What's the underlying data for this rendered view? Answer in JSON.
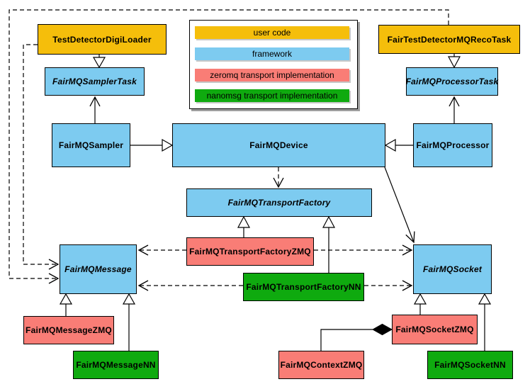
{
  "colors": {
    "user_code": "#F5BE0B",
    "framework": "#7DCBF0",
    "zeromq": "#F97D76",
    "nanomsg": "#0FAA0F"
  },
  "legend": {
    "items": [
      {
        "label": "user code",
        "color": "#F5BE0B"
      },
      {
        "label": "framework",
        "color": "#7DCBF0"
      },
      {
        "label": "zeromq transport implementation",
        "color": "#F97D76"
      },
      {
        "label": "nanomsg transport implementation",
        "color": "#0FAA0F"
      }
    ]
  },
  "nodes": {
    "testDetectorDigiLoader": {
      "label": "TestDetectorDigiLoader"
    },
    "fairTestDetectorMQRecoTask": {
      "label": "FairTestDetectorMQRecoTask"
    },
    "fairMQSamplerTask": {
      "label": "FairMQSamplerTask"
    },
    "fairMQProcessorTask": {
      "label": "FairMQProcessorTask"
    },
    "fairMQSampler": {
      "label": "FairMQSampler"
    },
    "fairMQDevice": {
      "label": "FairMQDevice"
    },
    "fairMQProcessor": {
      "label": "FairMQProcessor"
    },
    "fairMQTransportFactory": {
      "label": "FairMQTransportFactory"
    },
    "fairMQTransportFactoryZMQ": {
      "label": "FairMQTransportFactoryZMQ"
    },
    "fairMQTransportFactoryNN": {
      "label": "FairMQTransportFactoryNN"
    },
    "fairMQMessage": {
      "label": "FairMQMessage"
    },
    "fairMQSocket": {
      "label": "FairMQSocket"
    },
    "fairMQMessageZMQ": {
      "label": "FairMQMessageZMQ"
    },
    "fairMQMessageNN": {
      "label": "FairMQMessageNN"
    },
    "fairMQSocketZMQ": {
      "label": "FairMQSocketZMQ"
    },
    "fairMQContextZMQ": {
      "label": "FairMQContextZMQ"
    },
    "fairMQSocketNN": {
      "label": "FairMQSocketNN"
    }
  },
  "edges": [
    {
      "from": "TestDetectorDigiLoader",
      "to": "FairMQSamplerTask",
      "type": "inheritance"
    },
    {
      "from": "FairTestDetectorMQRecoTask",
      "to": "FairMQProcessorTask",
      "type": "inheritance"
    },
    {
      "from": "FairMQSampler",
      "to": "FairMQSamplerTask",
      "type": "association"
    },
    {
      "from": "FairMQProcessor",
      "to": "FairMQProcessorTask",
      "type": "association"
    },
    {
      "from": "FairMQSampler",
      "to": "FairMQDevice",
      "type": "inheritance"
    },
    {
      "from": "FairMQProcessor",
      "to": "FairMQDevice",
      "type": "inheritance"
    },
    {
      "from": "FairMQDevice",
      "to": "FairMQTransportFactory",
      "type": "dependency"
    },
    {
      "from": "FairMQDevice",
      "to": "FairMQSocket",
      "type": "association"
    },
    {
      "from": "FairMQTransportFactoryZMQ",
      "to": "FairMQTransportFactory",
      "type": "inheritance"
    },
    {
      "from": "FairMQTransportFactoryNN",
      "to": "FairMQTransportFactory",
      "type": "inheritance"
    },
    {
      "from": "FairMQTransportFactoryZMQ",
      "to": "FairMQMessage",
      "type": "dependency"
    },
    {
      "from": "FairMQTransportFactoryZMQ",
      "to": "FairMQSocket",
      "type": "dependency"
    },
    {
      "from": "FairMQTransportFactoryNN",
      "to": "FairMQMessage",
      "type": "dependency"
    },
    {
      "from": "FairMQTransportFactoryNN",
      "to": "FairMQSocket",
      "type": "dependency"
    },
    {
      "from": "TestDetectorDigiLoader",
      "to": "FairMQMessage",
      "type": "dependency"
    },
    {
      "from": "FairTestDetectorMQRecoTask",
      "to": "FairMQMessage",
      "type": "dependency"
    },
    {
      "from": "FairMQMessageZMQ",
      "to": "FairMQMessage",
      "type": "inheritance"
    },
    {
      "from": "FairMQMessageNN",
      "to": "FairMQMessage",
      "type": "inheritance"
    },
    {
      "from": "FairMQSocketZMQ",
      "to": "FairMQSocket",
      "type": "inheritance"
    },
    {
      "from": "FairMQSocketNN",
      "to": "FairMQSocket",
      "type": "inheritance"
    },
    {
      "from": "FairMQSocketZMQ",
      "to": "FairMQContextZMQ",
      "type": "composition"
    }
  ]
}
